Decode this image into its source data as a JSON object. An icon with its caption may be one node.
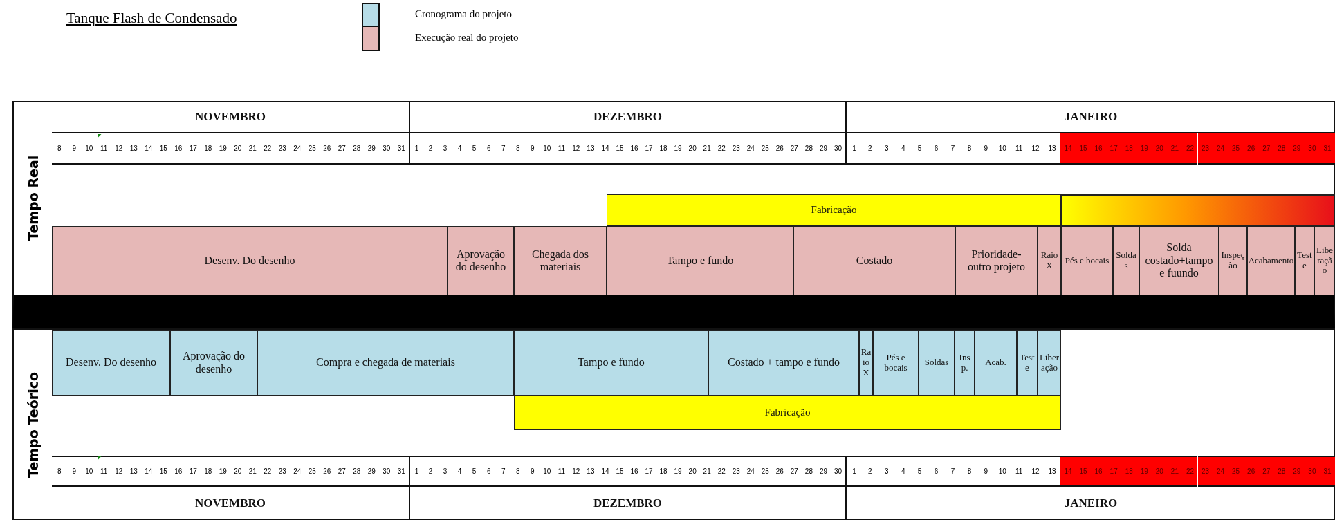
{
  "diagram": {
    "title": "Tanque Flash de Condensado",
    "nodes": [
      {
        "text": [
          "Fabricação"
        ]
      },
      {
        "text": [],
        "shape": "bar"
      },
      {
        "text": [
          "Desenv. Do desenho"
        ]
      },
      {
        "text": [
          "Aprovação do desenho"
        ]
      },
      {
        "text": [
          "Chegada dos materiais"
        ]
      },
      {
        "text": [
          "Tampo e fundo"
        ]
      },
      {
        "text": [
          "Costado"
        ]
      },
      {
        "text": [
          "Prioridade- outro projeto"
        ]
      },
      {
        "text": [
          "Raio X"
        ]
      },
      {
        "text": [
          "Pés e bocais"
        ]
      },
      {
        "text": [
          "Soldas"
        ]
      },
      {
        "text": [
          "Solda costado+tampo e fuundo"
        ]
      },
      {
        "text": [
          "Inspeção"
        ]
      },
      {
        "text": [
          "Acabamento"
        ]
      },
      {
        "text": [
          "Teste"
        ]
      },
      {
        "text": [
          "Liberação"
        ]
      },
      {
        "text": [
          "Desenv. Do desenho"
        ]
      },
      {
        "text": [
          "Aprovação do desenho"
        ]
      },
      {
        "text": [
          "Compra e chegada de materiais"
        ]
      },
      {
        "text": [
          "Tampo e fundo"
        ]
      },
      {
        "text": [
          "Costado + tampo e fundo"
        ]
      },
      {
        "text": [
          "Raio X"
        ]
      },
      {
        "text": [
          "Pés e bocais"
        ]
      },
      {
        "text": [
          "Soldas"
        ]
      },
      {
        "text": [
          "Insp."
        ]
      },
      {
        "text": [
          "Acab."
        ]
      },
      {
        "text": [
          "Teste"
        ]
      },
      {
        "text": [
          "Liberação"
        ]
      },
      {
        "text": [
          "Fabricação"
        ]
      }
    ],
    "edges": [],
    "labels": [
      "Tempo Real",
      "NOVEMBRO",
      "DEZEMBRO",
      "JANEIRO",
      "8",
      "9",
      "10",
      "11",
      "12",
      "13",
      "14",
      "15",
      "16",
      "17",
      "18",
      "19",
      "20",
      "21",
      "22",
      "23",
      "24",
      "25",
      "26",
      "27",
      "28",
      "29",
      "30",
      "31",
      "1",
      "2",
      "3",
      "4",
      "5",
      "6",
      "7",
      "8",
      "9",
      "10",
      "11",
      "12",
      "13",
      "14",
      "15",
      "16",
      "17",
      "18",
      "19",
      "20",
      "21",
      "22",
      "23",
      "24",
      "25",
      "26",
      "27",
      "28",
      "29",
      "30",
      "1",
      "2",
      "3",
      "4",
      "5",
      "6",
      "7",
      "8",
      "9",
      "10",
      "11",
      "12",
      "13",
      "14",
      "15",
      "16",
      "17",
      "18",
      "19",
      "20",
      "21",
      "22",
      "23",
      "24",
      "25",
      "26",
      "27",
      "28",
      "29",
      "30",
      "31",
      "Tempo Teórico",
      "8",
      "9",
      "10",
      "11",
      "12",
      "13",
      "14",
      "15",
      "16",
      "17",
      "18",
      "19",
      "20",
      "21",
      "22",
      "23",
      "24",
      "25",
      "26",
      "27",
      "28",
      "29",
      "30",
      "31",
      "1",
      "2",
      "3",
      "4",
      "5",
      "6",
      "7",
      "8",
      "9",
      "10",
      "11",
      "12",
      "13",
      "14",
      "15",
      "16",
      "17",
      "18",
      "19",
      "20",
      "21",
      "22",
      "23",
      "24",
      "25",
      "26",
      "27",
      "28",
      "29",
      "30",
      "1",
      "2",
      "3",
      "4",
      "5",
      "6",
      "7",
      "8",
      "9",
      "10",
      "11",
      "12",
      "13",
      "14",
      "15",
      "16",
      "17",
      "18",
      "19",
      "20",
      "21",
      "22",
      "23",
      "24",
      "25",
      "26",
      "27",
      "28",
      "29",
      "30",
      "31",
      "NOVEMBRO",
      "DEZEMBRO",
      "JANEIRO"
    ],
    "legend": [
      {
        "text": "Cronograma do projeto",
        "color": "#b7dde8"
      },
      {
        "text": "Execução real do projeto",
        "color": "#e6b8b7"
      }
    ]
  }
}
